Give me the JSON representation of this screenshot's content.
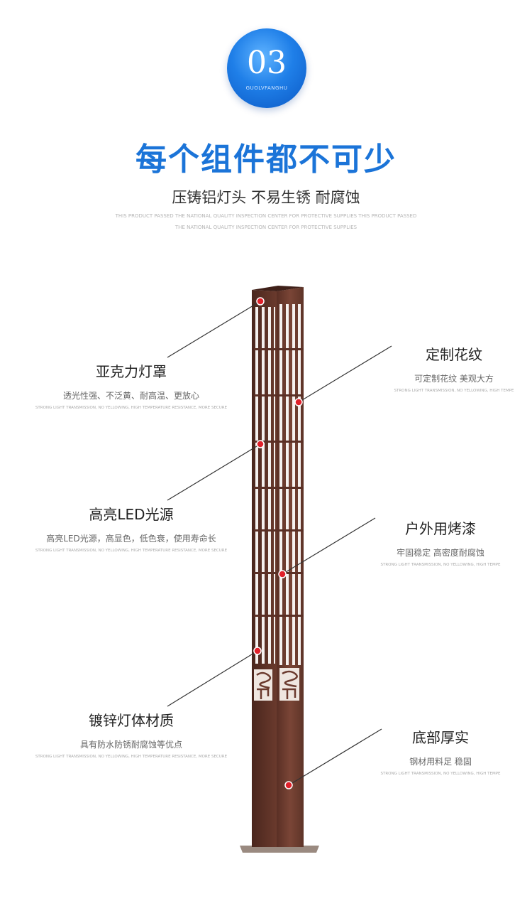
{
  "badge": {
    "number": "03",
    "sub": "GUOLVFANGHU"
  },
  "title": "每个组件都不可少",
  "subtitle": "压铸铝灯头 不易生锈 耐腐蚀",
  "english_lines": [
    "THIS PRODUCT PASSED THE NATIONAL QUALITY INSPECTION CENTER FOR PROTECTIVE SUPPLIES THIS PRODUCT PASSED",
    "THE NATIONAL QUALITY INSPECTION CENTER FOR PROTECTIVE SUPPLIES"
  ],
  "colors": {
    "accent": "#1b74d8",
    "post": "#6b3a2e",
    "marker": "#e0202a"
  },
  "features": [
    {
      "title": "亚克力灯罩",
      "desc": "透光性强、不泛黄、耐高温、更放心",
      "en": "STRONG LIGHT TRANSMISSION, NO YELLOWING, HIGH TEMPERATURE RESISTANCE, MORE SECURE"
    },
    {
      "title": "定制花纹",
      "desc": "可定制花纹 美观大方",
      "en": "STRONG LIGHT TRANSMISSION, NO YELLOWING, HIGH TEMPE"
    },
    {
      "title": "高亮LED光源",
      "desc": "高亮LED光源，高显色，低色衰，使用寿命长",
      "en": "STRONG LIGHT TRANSMISSION, NO YELLOWING, HIGH TEMPERATURE RESISTANCE, MORE SECURE"
    },
    {
      "title": "户外用烤漆",
      "desc": "牢固稳定 高密度耐腐蚀",
      "en": "STRONG LIGHT TRANSMISSION, NO YELLOWING, HIGH TEMPE"
    },
    {
      "title": "镀锌灯体材质",
      "desc": "具有防水防锈耐腐蚀等优点",
      "en": "STRONG LIGHT TRANSMISSION, NO YELLOWING, HIGH TEMPERATURE RESISTANCE, MORE SECURE"
    },
    {
      "title": "底部厚实",
      "desc": "钢材用料足    稳固",
      "en": "STRONG LIGHT TRANSMISSION, NO YELLOWING, HIGH TEMPE"
    }
  ]
}
